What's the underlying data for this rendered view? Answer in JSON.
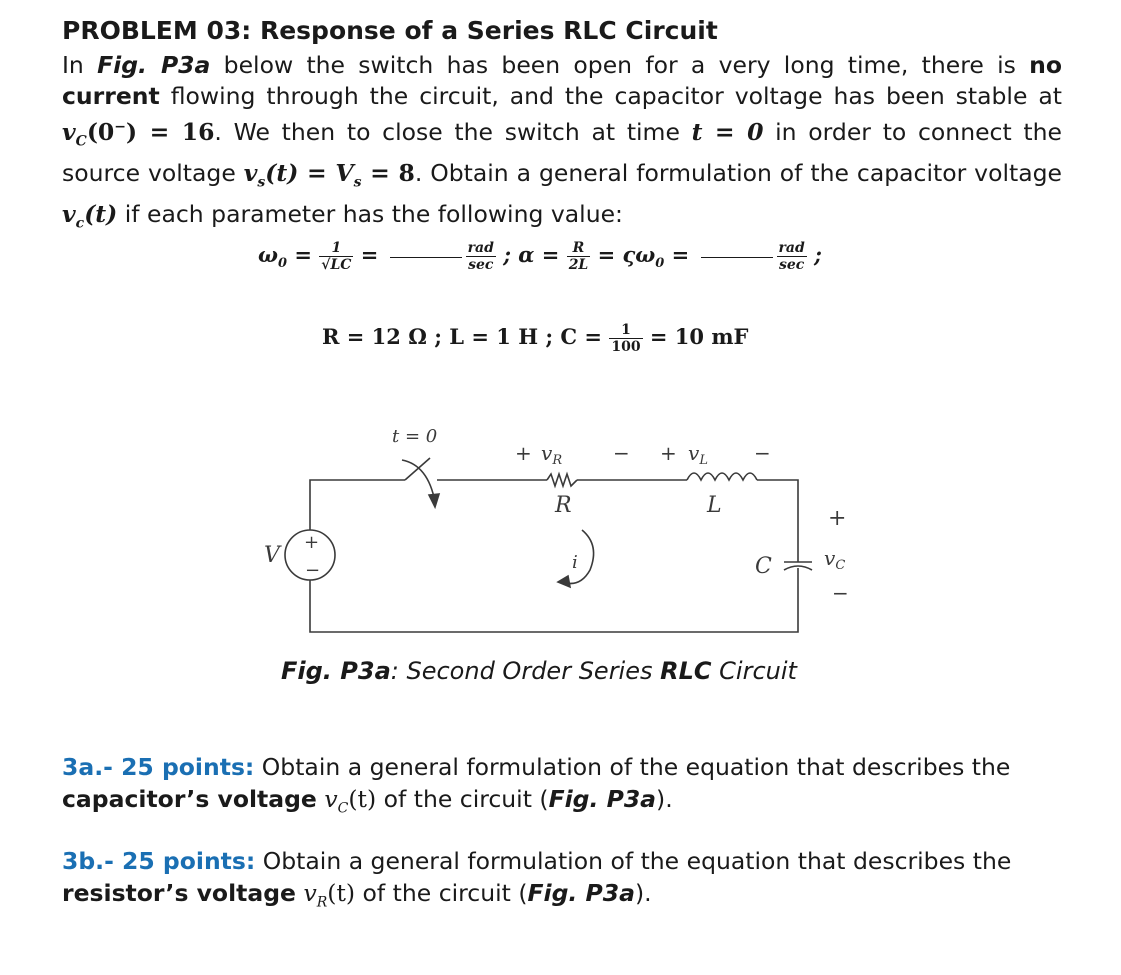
{
  "problem": {
    "title": "PROBLEM 03: Response of a Series RLC Circuit",
    "intro_1": "In ",
    "fig_ref": "Fig. P3a",
    "intro_2": " below the switch has been open for a very long time, there is ",
    "no": "no",
    "current": "current",
    "intro_3": " flowing through the circuit, and the capacitor voltage has been stable at ",
    "vc0": "v",
    "vc0_sub": "C",
    "vc0_rest": "(0",
    "vc0_sup": "−",
    "vc0_end": ") = 16",
    "intro_4": ". We then to close the switch at time ",
    "t0": "t = 0",
    "intro_5": " in order to connect the source voltage ",
    "vs": "v",
    "vs_sub": "s",
    "vs_rest": "(t) = V",
    "vs_sub2": "s",
    "vs_end": " = 8",
    "intro_6": ". Obtain a general formulation of the capacitor voltage ",
    "vct": "v",
    "vct_sub": "c",
    "vct_end": "(t)",
    "intro_7": " if each parameter has the following value:"
  },
  "equations": {
    "omega0": "ω",
    "omega0_sub": "0",
    "eq1": " = ",
    "frac1_num": "1",
    "frac1_den": "√LC",
    "eq2": " = ",
    "rad_num": "rad",
    "rad_den": "sec",
    "sep": " ;  ",
    "alpha": "α",
    "eq3": " = ",
    "frac2_num": "R",
    "frac2_den": "2L",
    "eq4": " = ςω",
    "eq4_sub": "0",
    "eq5": " = ",
    "rad2_num": "rad",
    "rad2_den": "sec",
    "end": " ;",
    "params_R": "R = 12 Ω ;   ",
    "params_L": "L = 1 H ;   ",
    "params_C": "C = ",
    "frac3_num": "1",
    "frac3_den": "100",
    "params_C_end": " = 10 mF"
  },
  "circuit": {
    "switch_label": "t = 0",
    "vr_plus": "+",
    "vr": "v",
    "vr_sub": "R",
    "vr_minus": "−",
    "vl_plus": "+",
    "vl": "v",
    "vl_sub": "L",
    "vl_minus": "−",
    "R": "R",
    "L": "L",
    "C": "C",
    "V": "V",
    "i": "i",
    "vc_plus": "+",
    "vc": "v",
    "vc_sub": "C",
    "vc_minus": "−",
    "src_plus": "+",
    "src_minus": "−"
  },
  "caption": {
    "fig": "Fig. P3a",
    "colon": ": Second Order Series ",
    "rlc": "RLC",
    "rest": " Circuit"
  },
  "questions": [
    {
      "points": "3a.- 25 points:",
      "t1": " Obtain a general formulation of the equation that describes the ",
      "bold": "capacitor’s voltage",
      "t2": " ",
      "var": "v",
      "var_sub": "C",
      "var_end": "(t)",
      "t3": " of the circuit (",
      "fig": "Fig. P3a",
      "t4": ")."
    },
    {
      "points": "3b.- 25 points:",
      "t1": " Obtain a general formulation of the equation that describes the ",
      "bold": "resistor’s voltage",
      "t2": " ",
      "var": "v",
      "var_sub": "R",
      "var_end": "(t)",
      "t3": " of the circuit (",
      "fig": "Fig. P3a",
      "t4": ")."
    }
  ]
}
